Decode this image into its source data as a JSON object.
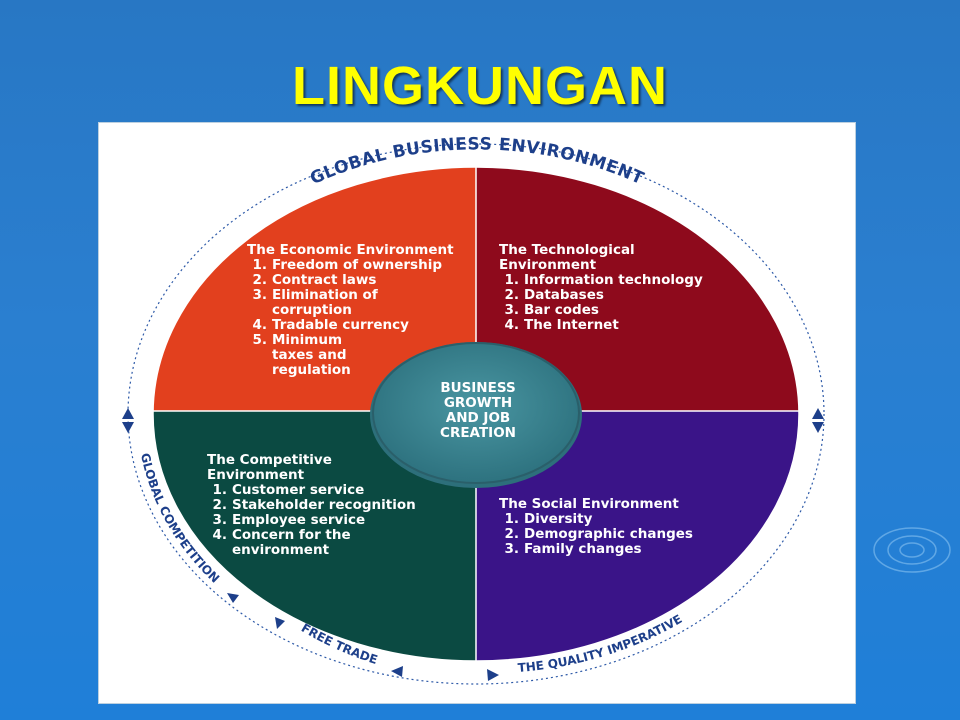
{
  "slide": {
    "title": "LINGKUNGAN"
  },
  "diagram": {
    "outer_ring": {
      "top": "GLOBAL BUSINESS ENVIRONMENT",
      "left": "GLOBAL COMPETITION",
      "bottom_left": "FREE TRADE",
      "bottom_right": "THE QUALITY IMPERATIVE"
    },
    "center": "BUSINESS\nGROWTH\nAND JOB\nCREATION",
    "quadrants": {
      "economic": {
        "color": "#e2401e",
        "heading": "The Economic Environment",
        "items": [
          {
            "num": "1.",
            "text": "Freedom of ownership"
          },
          {
            "num": "2.",
            "text": "Contract laws"
          },
          {
            "num": "3.",
            "text": "Elimination of\ncorruption"
          },
          {
            "num": "4.",
            "text": "Tradable currency"
          },
          {
            "num": "5.",
            "text": "Minimum\ntaxes and\nregulation"
          }
        ]
      },
      "technological": {
        "color": "#8e0a1c",
        "heading": "The Technological\nEnvironment",
        "items": [
          {
            "num": "1.",
            "text": "Information technology"
          },
          {
            "num": "2.",
            "text": "Databases"
          },
          {
            "num": "3.",
            "text": "Bar codes"
          },
          {
            "num": "4.",
            "text": "The Internet"
          }
        ]
      },
      "competitive": {
        "color": "#0b4a42",
        "heading": "The Competitive\nEnvironment",
        "items": [
          {
            "num": "1.",
            "text": "Customer service"
          },
          {
            "num": "2.",
            "text": "Stakeholder recognition"
          },
          {
            "num": "3.",
            "text": "Employee service"
          },
          {
            "num": "4.",
            "text": "Concern for the\nenvironment"
          }
        ]
      },
      "social": {
        "color": "#3a1488",
        "heading": "The Social Environment",
        "items": [
          {
            "num": "1.",
            "text": "Diversity"
          },
          {
            "num": "2.",
            "text": "Demographic changes"
          },
          {
            "num": "3.",
            "text": "Family changes"
          }
        ]
      }
    },
    "center_color": "#357f8c",
    "ring_text_color": "#1d3f8a"
  }
}
